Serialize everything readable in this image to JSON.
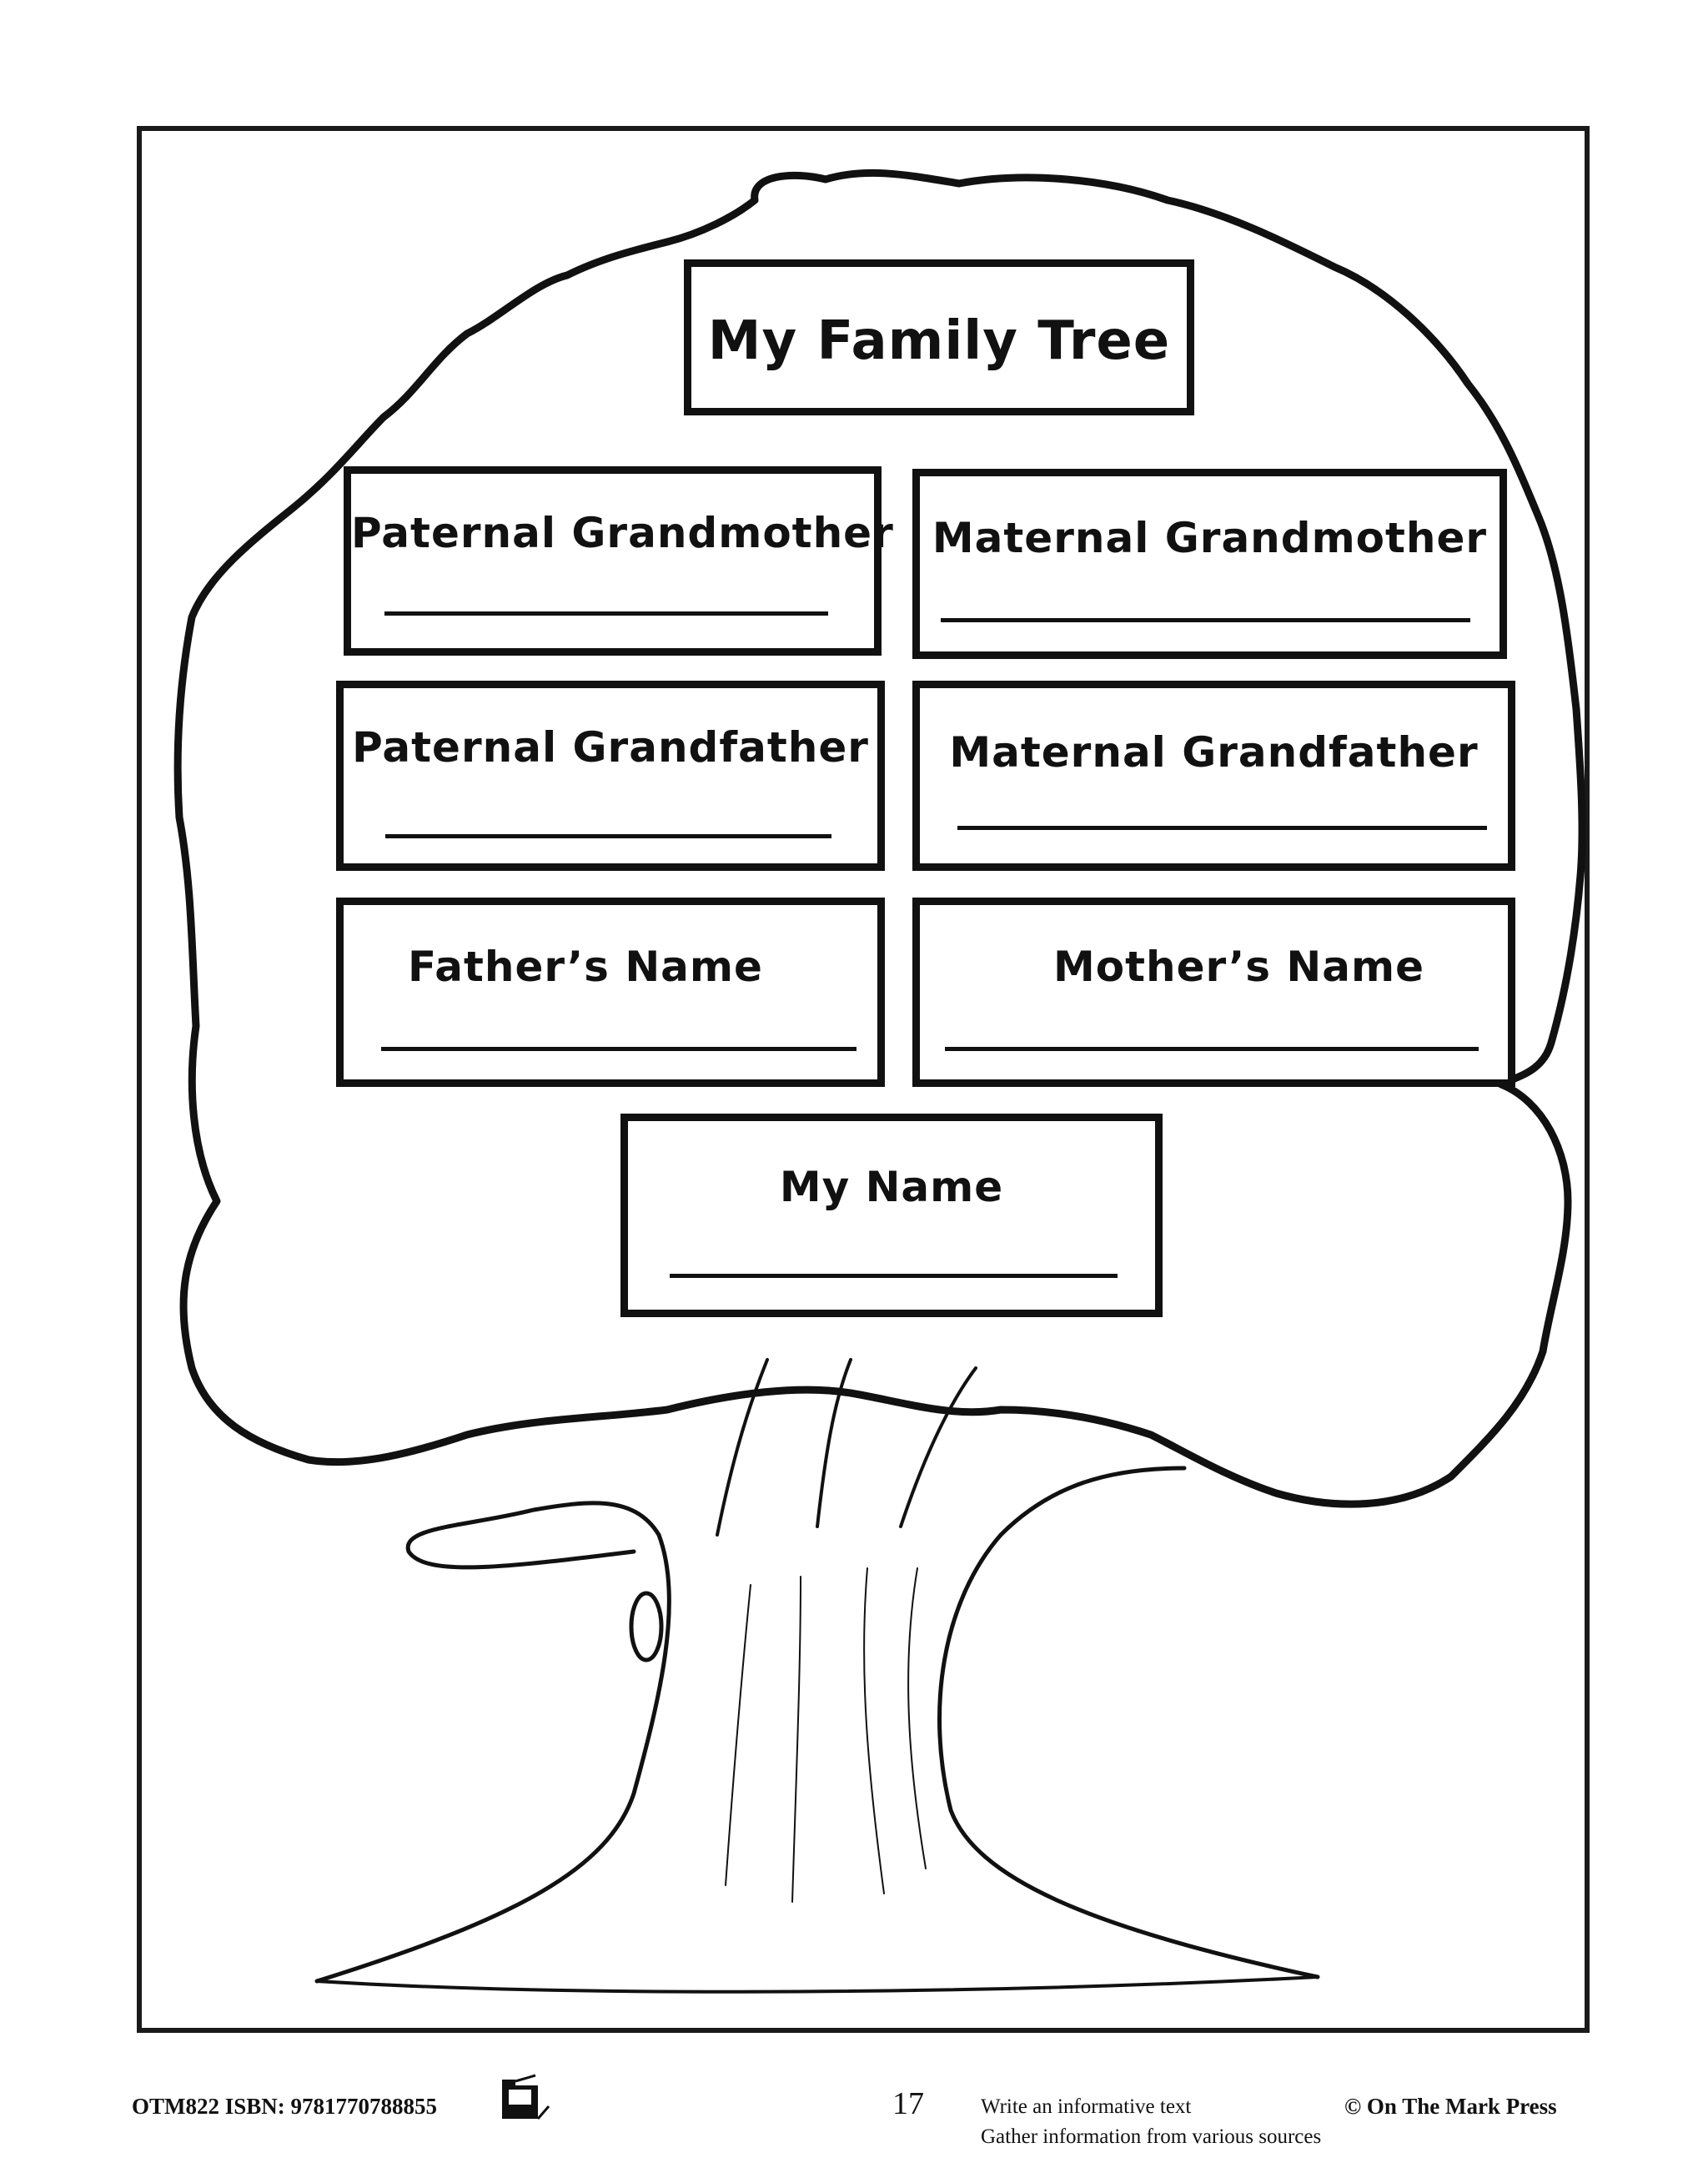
{
  "worksheet": {
    "title": "My Family Tree",
    "boxes": [
      {
        "key": "paternal-grandmother",
        "label": "Paternal Grandmother",
        "value": ""
      },
      {
        "key": "maternal-grandmother",
        "label": "Maternal Grandmother",
        "value": ""
      },
      {
        "key": "paternal-grandfather",
        "label": "Paternal Grandfather",
        "value": ""
      },
      {
        "key": "maternal-grandfather",
        "label": "Maternal Grandfather",
        "value": ""
      },
      {
        "key": "father",
        "label": "Father’s Name",
        "value": ""
      },
      {
        "key": "mother",
        "label": "Mother’s Name",
        "value": ""
      },
      {
        "key": "me",
        "label": "My Name",
        "value": ""
      }
    ]
  },
  "footer": {
    "code_isbn": "OTM822  ISBN: 9781770788855",
    "copier_icon": "photocopier-icon",
    "page_number": "17",
    "skill_1": "Write an informative text",
    "skill_2": "Gather information from various sources",
    "copyright": "© On The Mark Press"
  }
}
